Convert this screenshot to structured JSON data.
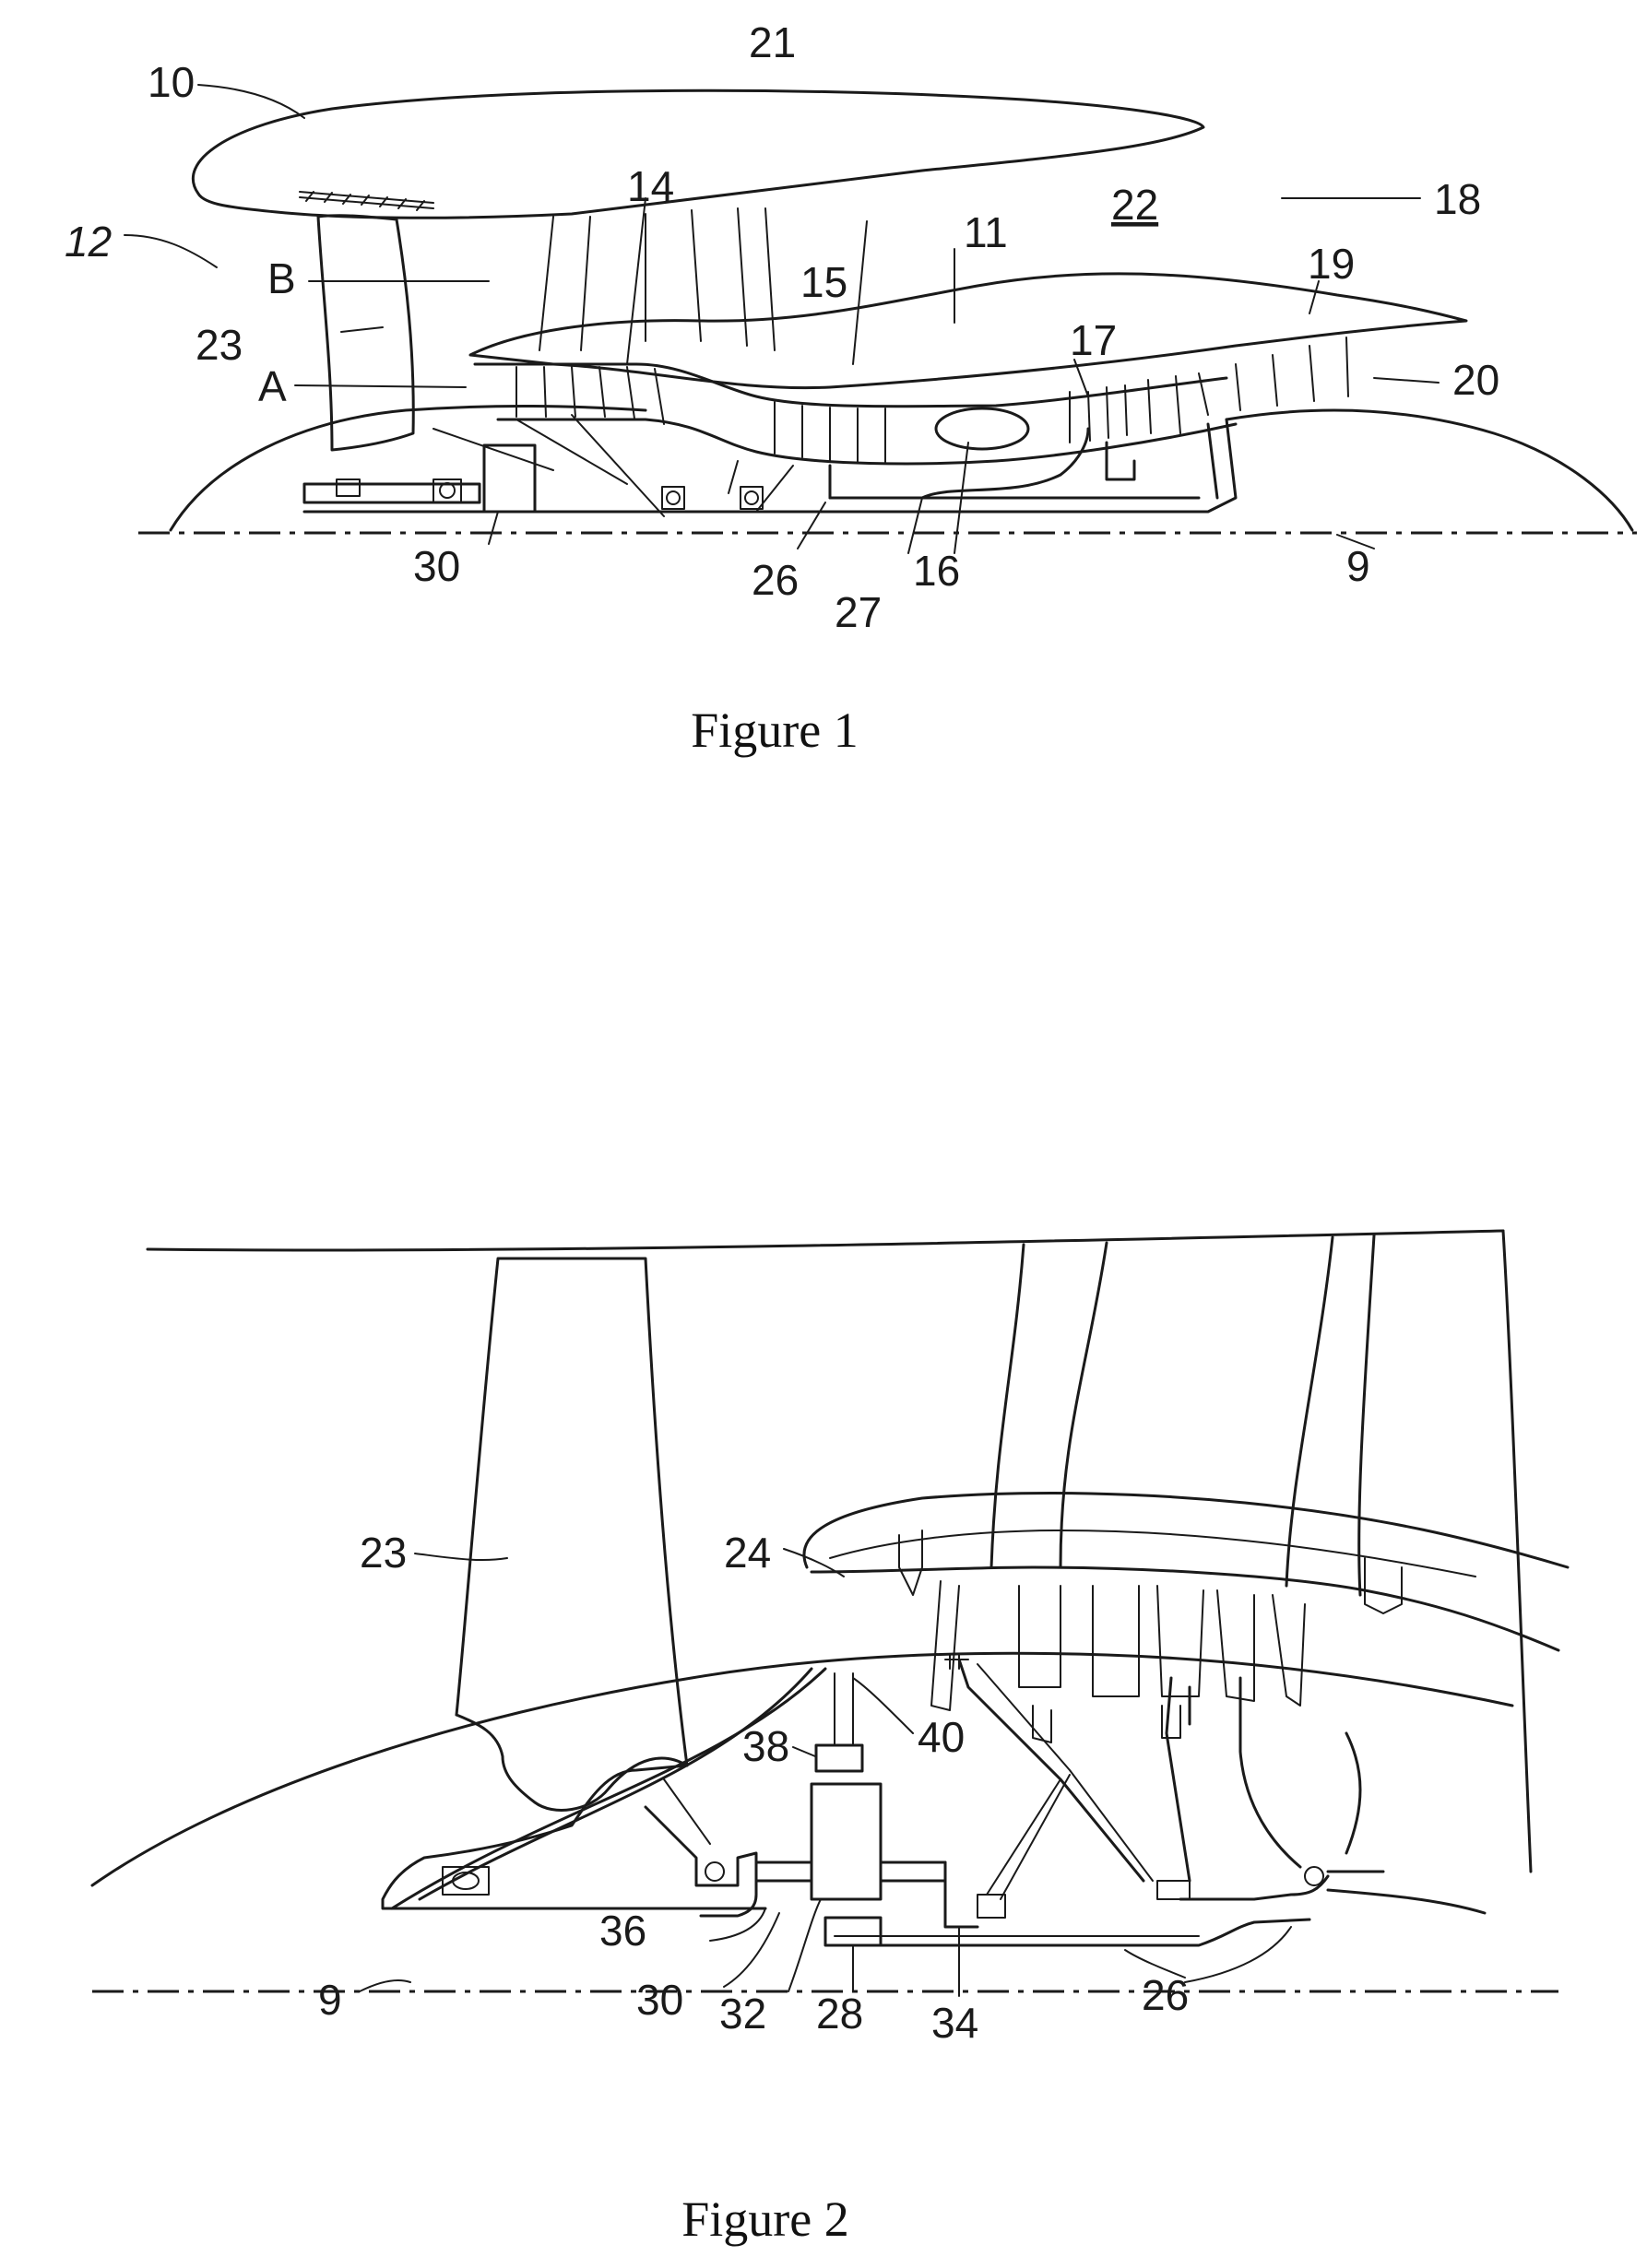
{
  "figures": [
    {
      "caption": "Figure 1",
      "labels": [
        "10",
        "21",
        "14",
        "22",
        "18",
        "12",
        "B",
        "15",
        "11",
        "19",
        "23",
        "17",
        "A",
        "20",
        "30",
        "26",
        "16",
        "9",
        "27"
      ]
    },
    {
      "caption": "Figure 2",
      "labels": [
        "23",
        "24",
        "38",
        "40",
        "36",
        "9",
        "30",
        "32",
        "28",
        "34",
        "26"
      ]
    }
  ]
}
